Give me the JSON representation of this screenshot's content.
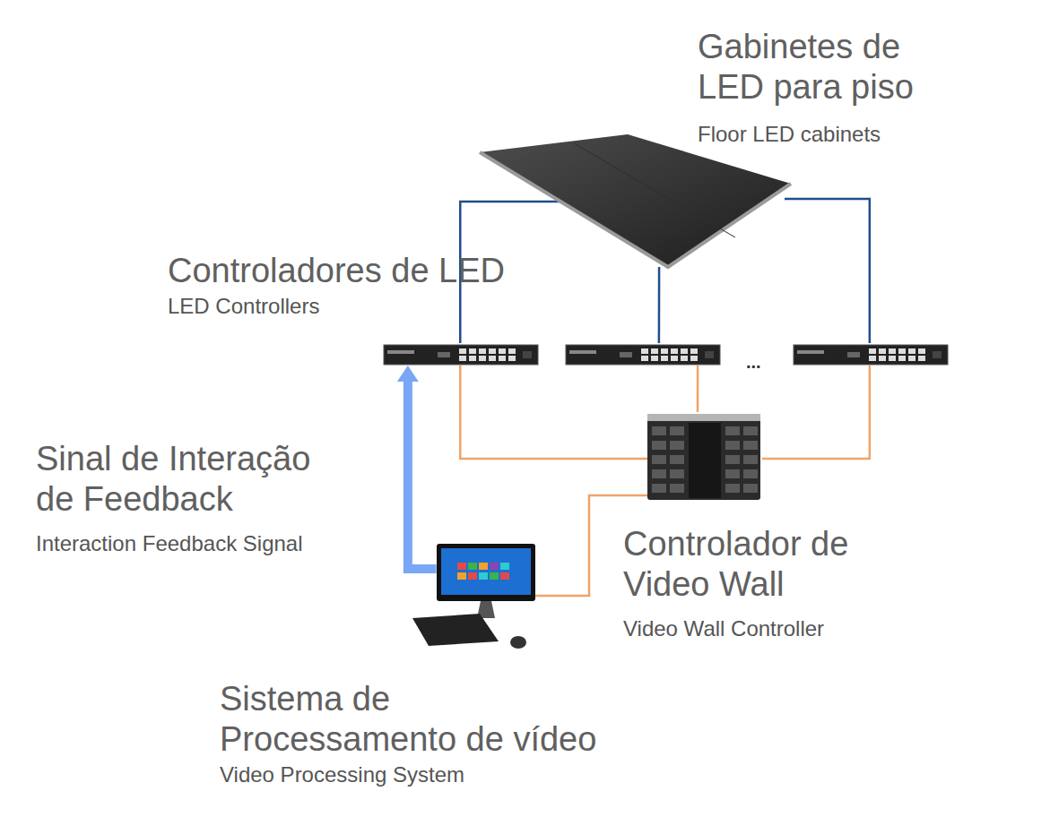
{
  "diagram": {
    "nodes": [
      {
        "text": [
          "Gabinetes de LED para piso",
          "Floor LED cabinets"
        ]
      },
      {
        "text": [
          "Controladores de LED",
          "LED Controllers"
        ]
      },
      {
        "text": [
          "Controlador de Video Wall",
          "Video Wall Controller"
        ]
      },
      {
        "text": [
          "Sistema de Processamento de vídeo",
          "Video Processing System"
        ]
      }
    ],
    "edges": [
      {
        "from": 0,
        "to": 1,
        "arrow": "none"
      },
      {
        "from": 0,
        "to": 1,
        "arrow": "none"
      },
      {
        "from": 0,
        "to": 1,
        "arrow": "none"
      },
      {
        "from": 2,
        "to": 1,
        "arrow": "none"
      },
      {
        "from": 2,
        "to": 1,
        "arrow": "none"
      },
      {
        "from": 2,
        "to": 1,
        "arrow": "none"
      },
      {
        "from": 3,
        "to": 2,
        "arrow": "none"
      },
      {
        "from": 3,
        "to": 1,
        "arrow": "to"
      }
    ],
    "labels": [
      "Sinal de Interação de Feedback",
      "Interaction Feedback Signal",
      "..."
    ]
  }
}
